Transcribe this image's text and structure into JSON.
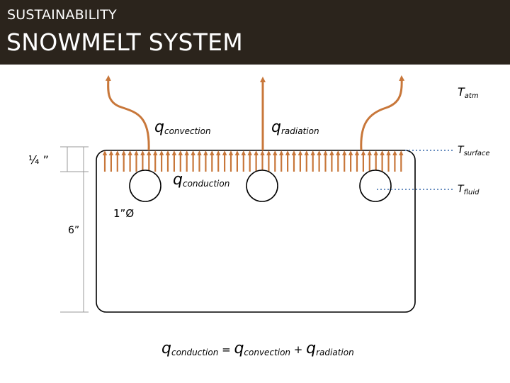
{
  "header": {
    "section": "SUSTAINABILITY",
    "title": "SNOWMELT SYSTEM"
  },
  "diagram": {
    "t_atm": {
      "base": "T",
      "sub": "atm"
    },
    "t_surface": {
      "base": "T",
      "sub": "surface"
    },
    "t_fluid": {
      "base": "T",
      "sub": "fluid"
    },
    "q_convection": {
      "base": "q",
      "sub": "convection"
    },
    "q_radiation": {
      "base": "q",
      "sub": "radiation"
    },
    "q_conduction": {
      "base": "q",
      "sub": "conduction"
    },
    "dim_quarter": "¼ ”",
    "dim_six": "6”",
    "dim_pipe": "1”Ø",
    "equation": {
      "lhs": {
        "base": "q",
        "sub": "conduction"
      },
      "eq": " = ",
      "t1": {
        "base": "q",
        "sub": "convection"
      },
      "plus": " + ",
      "t2": {
        "base": "q",
        "sub": "radiation"
      }
    }
  },
  "colors": {
    "header_bg": "#2b241c",
    "arrow": "#c8773a",
    "dotted": "#6a8fc0"
  }
}
